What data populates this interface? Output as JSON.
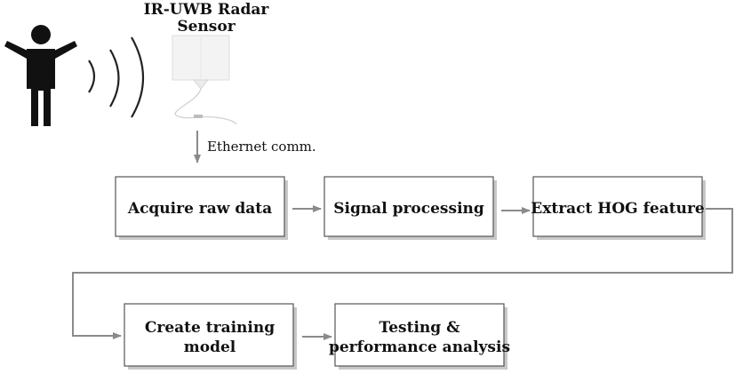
{
  "sensor": {
    "title_line1": "IR-UWB Radar",
    "title_line2": "Sensor"
  },
  "link_label": "Ethernet comm.",
  "steps": {
    "acquire": "Acquire raw data",
    "signal": "Signal processing",
    "hog": "Extract HOG feature",
    "training_line1": "Create training",
    "training_line2": "model",
    "testing_line1": "Testing &",
    "testing_line2": "performance analysis"
  }
}
